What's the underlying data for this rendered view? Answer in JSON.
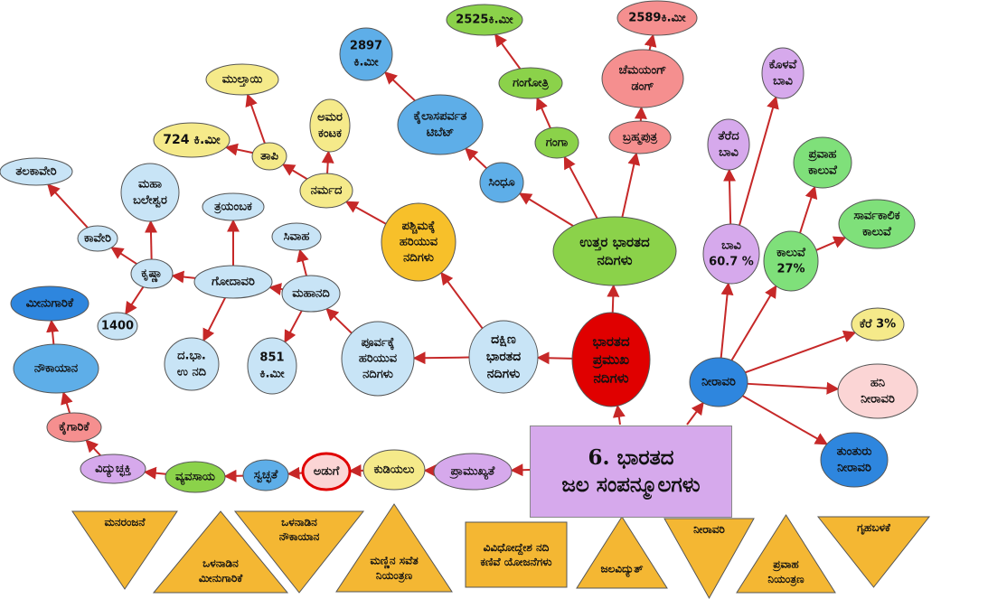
{
  "title": {
    "line1": "6. ಭಾರತದ",
    "line2": "ಜಲ ಸಂಪನ್ಮೂಲಗಳು"
  },
  "colors": {
    "edge": "#c62828",
    "blue_light": "#c8e4f6",
    "blue_mid": "#5eaee8",
    "blue_dark": "#2e86de",
    "green": "#8bd24a",
    "green_light": "#7fe07a",
    "yellow": "#f5ea8a",
    "orange": "#f7c02a",
    "red": "#e00000",
    "pink": "#f58f8f",
    "pink_light": "#fbd5d5",
    "purple": "#d6a9ec",
    "tri": "#f4b733"
  },
  "nodes": {
    "bharatada_pramukha": {
      "lines": [
        "ಭಾರತದ",
        "ಪ್ರಮುಖ",
        "ನದಿಗಳು"
      ]
    },
    "uttara": {
      "lines": [
        "ಉತ್ತರ ಭಾರತದ",
        "ನದಿಗಳು"
      ]
    },
    "dakshina": {
      "lines": [
        "ದಕ್ಷಿಣ",
        "ಭಾರತದ",
        "ನದಿಗಳು"
      ]
    },
    "sindhu": {
      "lines": [
        "ಸಿಂಧೂ"
      ]
    },
    "kailasa": {
      "lines": [
        "ಕೈಲಾಸಪರ್ವತ",
        "ಟಿಬೆಟ್"
      ]
    },
    "len_2897": {
      "lines": [
        "2897",
        "ಕಿ.ಮೀ"
      ]
    },
    "ganga": {
      "lines": [
        "ಗಂಗಾ"
      ]
    },
    "gangotri": {
      "lines": [
        "ಗಂಗೋತ್ರಿ"
      ]
    },
    "len_2525": {
      "lines": [
        "2525ಕಿ.ಮೀ"
      ]
    },
    "brahmaputra": {
      "lines": [
        "ಬ್ರಹ್ಮಪುತ್ರ"
      ]
    },
    "chemayung": {
      "lines": [
        "ಚೆಮಯಂಗ್",
        "ಡಂಗ್"
      ]
    },
    "len_2589": {
      "lines": [
        "2589ಕಿ.ಮೀ"
      ]
    },
    "paschima": {
      "lines": [
        "ಪಶ್ಚಿಮಕ್ಕೆ",
        "ಹರಿಯುವ",
        "ನದಿಗಳು"
      ]
    },
    "narmada": {
      "lines": [
        "ನರ್ಮದ"
      ]
    },
    "amara": {
      "lines": [
        "ಅಮರ",
        "ಕಂಟಕ"
      ]
    },
    "tapi": {
      "lines": [
        "ತಾಪಿ"
      ]
    },
    "multai": {
      "lines": [
        "ಮುಲ್ತಾಯಿ"
      ]
    },
    "len_724": {
      "lines": [
        "724 ಕಿ.ಮೀ"
      ]
    },
    "purva": {
      "lines": [
        "ಪೂರ್ವಕ್ಕೆ",
        "ಹರಿಯುವ",
        "ನದಿಗಳು"
      ]
    },
    "mahanadi": {
      "lines": [
        "ಮಹಾನದಿ"
      ]
    },
    "sihava": {
      "lines": [
        "ಸಿವಾಹ"
      ]
    },
    "len_851": {
      "lines": [
        "851",
        "ಕಿ.ಮೀ"
      ]
    },
    "godavari": {
      "lines": [
        "ಗೋದಾವರಿ"
      ]
    },
    "trayambaka": {
      "lines": [
        "ತ್ರಯಂಬಕ"
      ]
    },
    "dabha": {
      "lines": [
        "ದ.ಭಾ.",
        "ಉ ನದಿ"
      ]
    },
    "krishna": {
      "lines": [
        "ಕೃಷ್ಣಾ"
      ]
    },
    "mahabaleshwara": {
      "lines": [
        "ಮಹಾ",
        "ಬಲೇಶ್ವರ"
      ]
    },
    "kaveri": {
      "lines": [
        "ಕಾವೇರಿ"
      ]
    },
    "talakaveri": {
      "lines": [
        "ತಲಕಾವೇರಿ"
      ]
    },
    "len_1400": {
      "lines": [
        "1400"
      ]
    },
    "neeravari": {
      "lines": [
        "ನೀರಾವರಿ"
      ]
    },
    "bavi": {
      "lines": [
        "ಬಾವಿ",
        "60.7 %"
      ]
    },
    "terada_bavi": {
      "lines": [
        "ತೆರೆದ",
        "ಬಾವಿ"
      ]
    },
    "kolave_bavi": {
      "lines": [
        "ಕೊಳವೆ",
        "ಬಾವಿ"
      ]
    },
    "kaluve": {
      "lines": [
        "ಕಾಲುವೆ",
        "27%"
      ]
    },
    "pravaha_kaluve": {
      "lines": [
        "ಪ್ರವಾಹ",
        "ಕಾಲುವೆ"
      ]
    },
    "sarvakalika": {
      "lines": [
        "ಸಾರ್ವಕಾಲಿಕ",
        "ಕಾಲುವೆ"
      ]
    },
    "kere": {
      "lines": [
        "ಕೆರೆ 3%"
      ]
    },
    "hani": {
      "lines": [
        "ಹನಿ",
        "ನೀರಾವರಿ"
      ]
    },
    "tumturu": {
      "lines": [
        "ತುಂತುರು",
        "ನೀರಾವರಿ"
      ]
    },
    "pramukhyate": {
      "lines": [
        "ಪ್ರಾಮುಖ್ಯತೆ"
      ]
    },
    "kudiyalu": {
      "lines": [
        "ಕುಡಿಯಲು"
      ]
    },
    "aduge": {
      "lines": [
        "ಅಡುಗೆ"
      ]
    },
    "swachhate": {
      "lines": [
        "ಸ್ವಚ್ಛತೆ"
      ]
    },
    "vyavasaya": {
      "lines": [
        "ವ್ಯವಸಾಯ"
      ]
    },
    "vidyuchhakti": {
      "lines": [
        "ವಿದ್ಯುಚ್ಛಕ್ತಿ"
      ]
    },
    "kaigarike": {
      "lines": [
        "ಕೈಗಾರಿಕೆ"
      ]
    },
    "noukayana": {
      "lines": [
        "ನೌಕಾಯಾನ"
      ]
    },
    "meenugarike": {
      "lines": [
        "ಮೀನುಗಾರಿಕೆ"
      ]
    }
  },
  "bottom_shapes": [
    {
      "id": "manaranjane",
      "lines": [
        "ಮನರಂಜನೆ"
      ]
    },
    {
      "id": "olanadina_meenugarike",
      "lines": [
        "ಒಳನಾಡಿನ",
        "ಮೀನುಗಾರಿಕೆ"
      ]
    },
    {
      "id": "olanadina_noukayana",
      "lines": [
        "ಒಳನಾಡಿನ",
        "ನೌಕಾಯಾನ"
      ]
    },
    {
      "id": "mannina_savete",
      "lines": [
        "ಮಣ್ಣಿನ ಸವೆತ",
        "ನಿಯಂತ್ರಣ"
      ]
    },
    {
      "id": "vividhoddesha",
      "lines": [
        "ವಿವಿಧೋದ್ದೇಶ ನದಿ",
        "ಕಣಿವೆ ಯೋಜನೆಗಳು"
      ]
    },
    {
      "id": "jalavidyut",
      "lines": [
        "ಜಲವಿದ್ಯುತ್"
      ]
    },
    {
      "id": "neeravari_tri",
      "lines": [
        "ನೀರಾವರಿ"
      ]
    },
    {
      "id": "pravaha_niyantrana",
      "lines": [
        "ಪ್ರವಾಹ",
        "ನಿಯಂತ್ರಣ"
      ]
    },
    {
      "id": "gruhabalake",
      "lines": [
        "ಗೃಹಬಳಕೆ"
      ]
    }
  ]
}
